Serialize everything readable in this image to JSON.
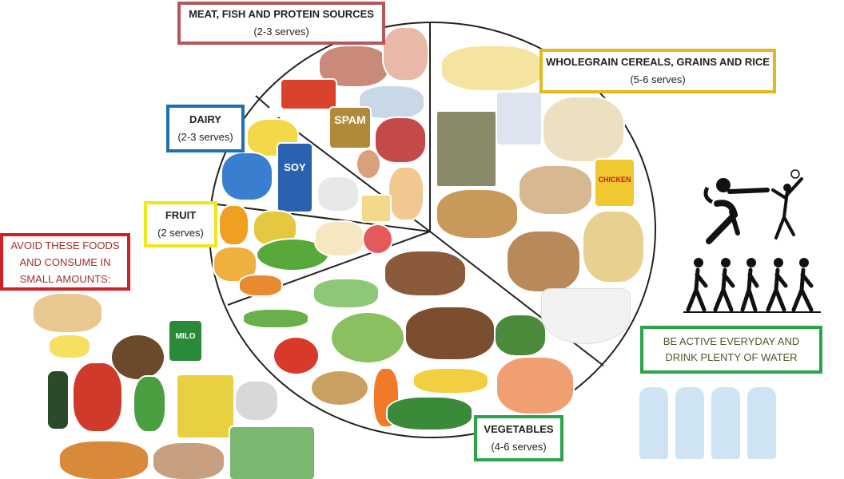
{
  "groups": {
    "meat": {
      "title": "MEAT, FISH AND PROTEIN SOURCES",
      "serves": "(2-3 serves)",
      "color": "#b5585a"
    },
    "dairy": {
      "title": "DAIRY",
      "serves": "(2-3 serves)",
      "color": "#1f6fb5"
    },
    "fruit": {
      "title": "FRUIT",
      "serves": "(2 serves)",
      "color": "#ece81a"
    },
    "grains": {
      "title": "WHOLEGRAIN CEREALS, GRAINS AND RICE",
      "serves": "(5-6 serves)",
      "color": "#e6b820"
    },
    "vegetables": {
      "title": "VEGETABLES",
      "serves": "(4-6 serves)",
      "color": "#2aa34a"
    }
  },
  "avoid": {
    "line1": "AVOID THESE FOODS",
    "line2": "AND CONSUME IN",
    "line3": "SMALL AMOUNTS:",
    "color": "#d01f25",
    "text_color": "#a0302e"
  },
  "active": {
    "line1": "BE ACTIVE EVERYDAY AND",
    "line2": "DRINK PLENTY OF WATER",
    "color": "#2aa34a",
    "text_color": "#4a5a2a"
  },
  "labels": {
    "spam": "SPAM",
    "soy": "SOY",
    "milo": "MILO",
    "chicken": "CHICKEN"
  }
}
